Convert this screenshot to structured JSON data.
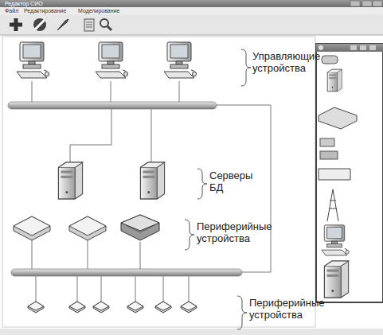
{
  "diagram": {
    "labels": [
      "Редактор СИО",
      "Файл",
      "Редактирование",
      "Моделирование",
      "Управляющие устройства",
      "Серверы БД",
      "Периферийные устройства",
      "Периферийные устройства"
    ]
  }
}
